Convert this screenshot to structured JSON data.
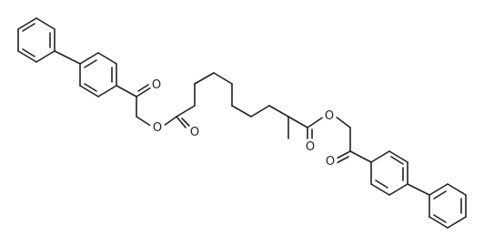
{
  "molecule": {
    "atom_labels": {
      "o_keto_left": "O",
      "o_ester_left": "O",
      "o_carbonyl_left": "O",
      "o_carbonyl_right": "O",
      "o_ester_right": "O",
      "o_keto_right": "O"
    }
  },
  "colors": {
    "background": "#ffffff",
    "bond": "#222222",
    "label": "#222222"
  }
}
